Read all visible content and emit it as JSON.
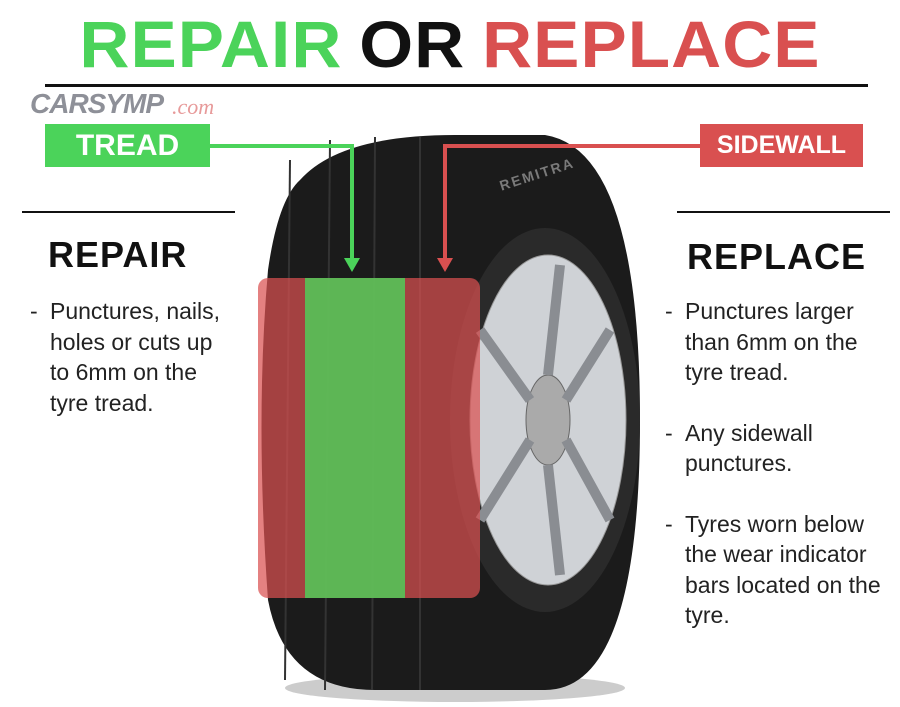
{
  "title": {
    "part1": "REPAIR",
    "part2": "OR",
    "part3": "REPLACE"
  },
  "watermark": {
    "brand": "CARSYMP",
    "suffix": ".com"
  },
  "labels": {
    "tread": "TREAD",
    "sidewall": "SIDEWALL"
  },
  "tyre": {
    "brand_text": "REMITRA"
  },
  "repair": {
    "heading": "REPAIR",
    "items": [
      "Punctures, nails, holes or cuts up to 6mm on the tyre tread."
    ]
  },
  "replace": {
    "heading": "REPLACE",
    "items": [
      "Punctures larger than 6mm on the tyre tread.",
      "Any sidewall punctures.",
      "Tyres worn below the wear indicator bars located on the tyre."
    ]
  },
  "colors": {
    "green": "#4bd35a",
    "red": "#d95050",
    "black": "#111111"
  }
}
